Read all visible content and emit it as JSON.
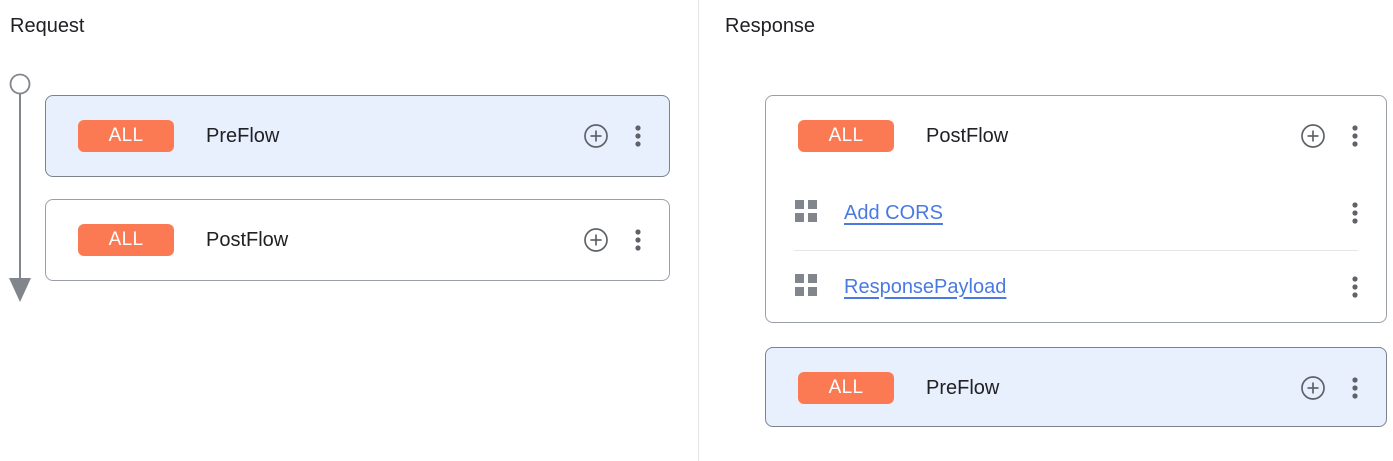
{
  "panels": [
    {
      "id": "request",
      "title": "Request",
      "flow_direction": "down",
      "rail": {
        "endpoint_marker": "circle",
        "arrow_marker": "arrowhead-down",
        "color": "#80868b"
      },
      "cards": [
        {
          "selected": true,
          "badge": "ALL",
          "name": "PreFlow",
          "add_icon": "plus-circle-icon",
          "menu_icon": "more-vert-icon",
          "policies": []
        },
        {
          "selected": false,
          "badge": "ALL",
          "name": "PostFlow",
          "add_icon": "plus-circle-icon",
          "menu_icon": "more-vert-icon",
          "policies": []
        }
      ]
    },
    {
      "id": "response",
      "title": "Response",
      "flow_direction": "up",
      "rail": {
        "endpoint_marker": "circle",
        "arrow_marker": "arrowhead-up",
        "color": "#80868b"
      },
      "cards": [
        {
          "selected": false,
          "badge": "ALL",
          "name": "PostFlow",
          "add_icon": "plus-circle-icon",
          "menu_icon": "more-vert-icon",
          "policies": [
            {
              "icon": "policy-grid-icon",
              "label": "Add CORS",
              "menu_icon": "more-vert-icon"
            },
            {
              "icon": "policy-grid-icon",
              "label": "ResponsePayload",
              "menu_icon": "more-vert-icon"
            }
          ]
        },
        {
          "selected": true,
          "badge": "ALL",
          "name": "PreFlow",
          "add_icon": "plus-circle-icon",
          "menu_icon": "more-vert-icon",
          "policies": []
        }
      ]
    }
  ],
  "colors": {
    "badge_background": "#fb7a54",
    "badge_text": "#ffffff",
    "selected_card_background": "#e8f0fe",
    "card_border": "#9aa0a6",
    "link": "#4a7ae0",
    "icon_gray": "#5f6368",
    "rail_gray": "#80868b",
    "divider": "#e3e3e3",
    "heading_text": "#202124"
  }
}
